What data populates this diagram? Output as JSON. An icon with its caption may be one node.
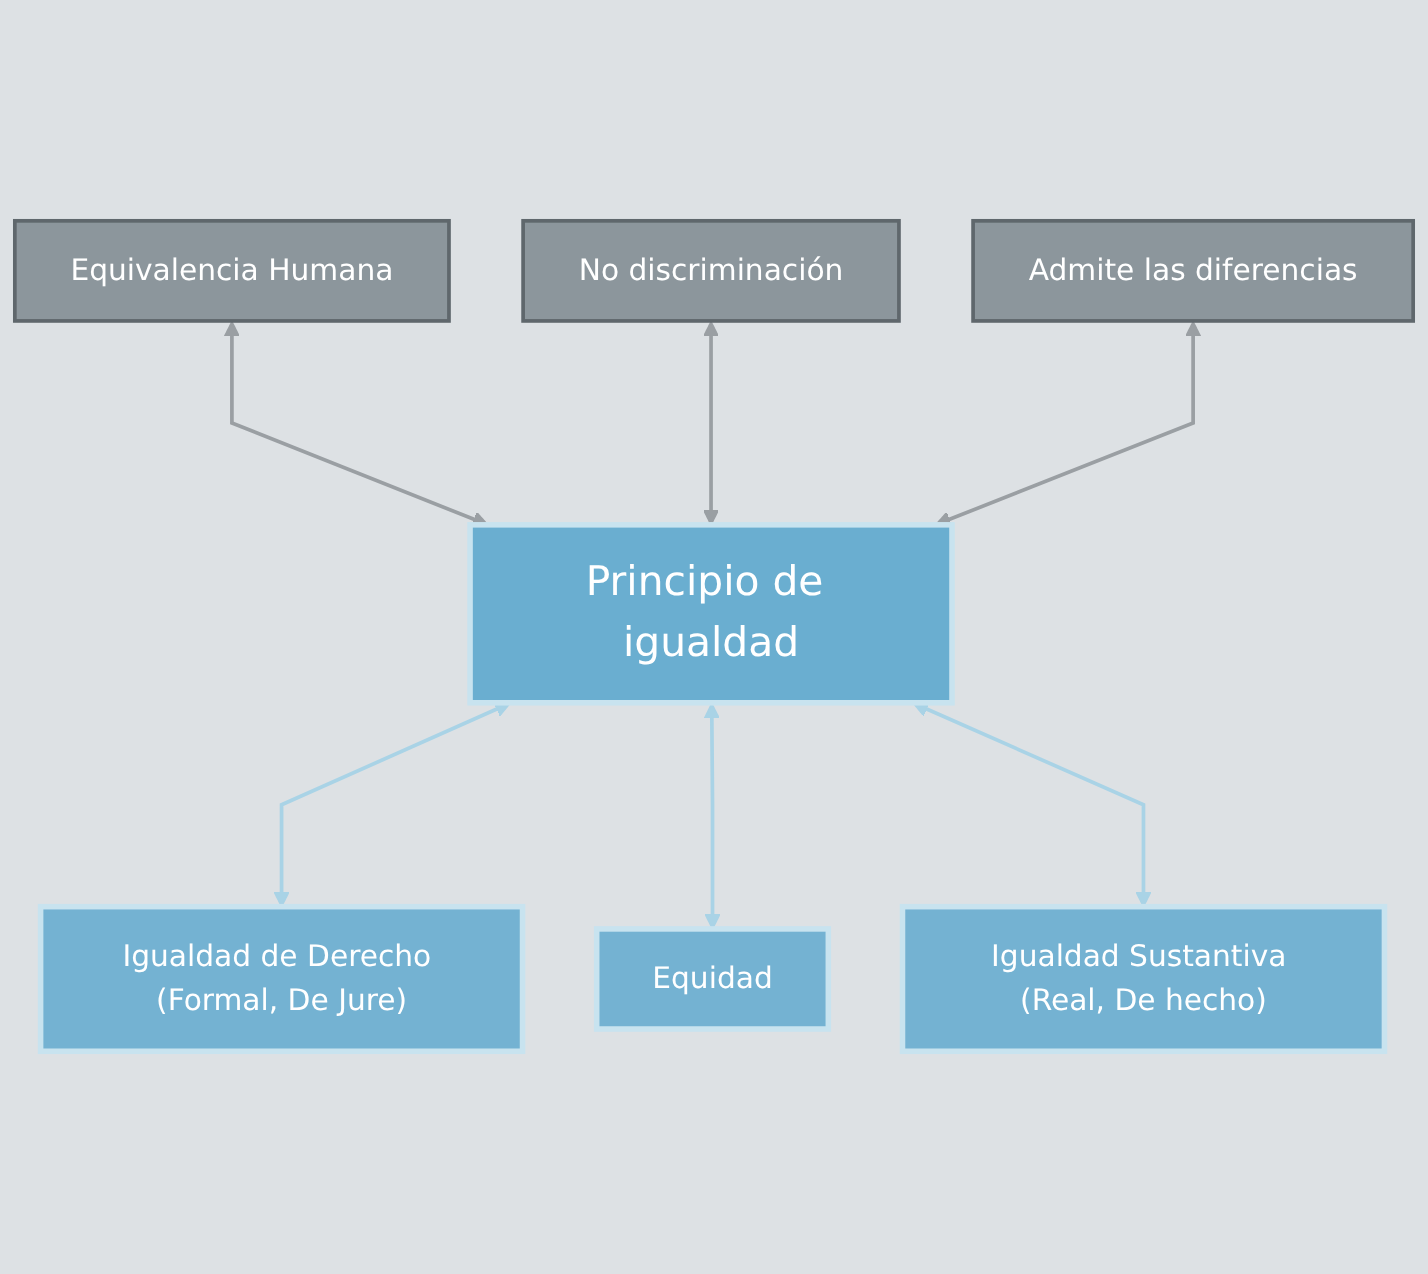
{
  "diagram": {
    "nodes": [
      {
        "text": [
          "Equivalencia Humana"
        ]
      },
      {
        "text": [
          "No discriminación"
        ]
      },
      {
        "text": [
          "Admite las diferencias"
        ]
      },
      {
        "text": [
          "Principio de igualdad"
        ]
      },
      {
        "text": [
          "Igualdad de Derecho (Formal, De Jure)"
        ]
      },
      {
        "text": [
          "Equidad"
        ]
      },
      {
        "text": [
          "Igualdad Sustantiva (Real, De hecho)"
        ]
      }
    ],
    "edges": [
      {
        "from": 0,
        "to": 3,
        "arrow": "both"
      },
      {
        "from": 1,
        "to": 3,
        "arrow": "both"
      },
      {
        "from": 2,
        "to": 3,
        "arrow": "both"
      },
      {
        "from": 3,
        "to": 4,
        "arrow": "both",
        "color": "#a9d3e6"
      },
      {
        "from": 3,
        "to": 5,
        "arrow": "both",
        "color": "#a9d3e6"
      },
      {
        "from": 3,
        "to": 6,
        "arrow": "both",
        "color": "#a9d3e6"
      }
    ]
  }
}
